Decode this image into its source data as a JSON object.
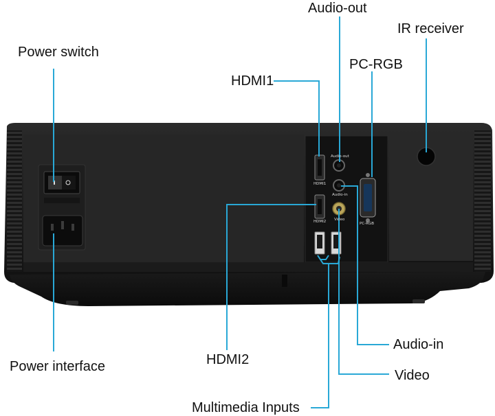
{
  "callouts": {
    "power_switch": "Power switch",
    "power_interface": "Power interface",
    "hdmi1": "HDMI1",
    "hdmi2": "HDMI2",
    "audio_out": "Audio-out",
    "pc_rgb": "PC-RGB",
    "ir_receiver": "IR receiver",
    "audio_in": "Audio-in",
    "video": "Video",
    "multimedia_inputs": "Multimedia Inputs"
  },
  "port_labels": {
    "hdmi1": "HDMI1",
    "hdmi2": "HDMI2",
    "audio_out": "Audio-out",
    "audio_in": "Audio-in",
    "video": "Video",
    "pc_rgb": "PC-RGB"
  },
  "colors": {
    "callout_line": "#29a8d6",
    "projector_body": "#1c1c1c",
    "panel": "#2b2b2b",
    "port_panel": "#151515"
  }
}
